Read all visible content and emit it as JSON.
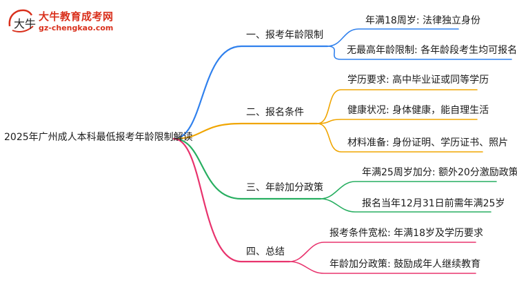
{
  "logo": {
    "title": "大牛教育成考网",
    "url": "gz-chengkao.com",
    "mark_text": "大牛"
  },
  "mindmap": {
    "root": "2025年广州成人本科最低报考年龄限制解读",
    "branches": [
      {
        "label": "一、报考年龄限制",
        "color": "#2f80ed",
        "leaves": [
          "年满18周岁: 法律独立身份",
          "无最高年龄限制: 各年龄段考生均可报名"
        ]
      },
      {
        "label": "二、报名条件",
        "color": "#f0a500",
        "leaves": [
          "学历要求: 高中毕业证或同等学历",
          "健康状况: 身体健康，能自理生活",
          "材料准备: 身份证明、学历证书、照片"
        ]
      },
      {
        "label": "三、年龄加分政策",
        "color": "#27ae60",
        "leaves": [
          "年满25周岁加分: 额外20分激励政策",
          "报名当年12月31日前需年满25岁"
        ]
      },
      {
        "label": "四、总结",
        "color": "#e8336d",
        "leaves": [
          "报考条件宽松: 年满18岁及学历要求",
          "年龄加分政策: 鼓励成年人继续教育"
        ]
      }
    ]
  }
}
